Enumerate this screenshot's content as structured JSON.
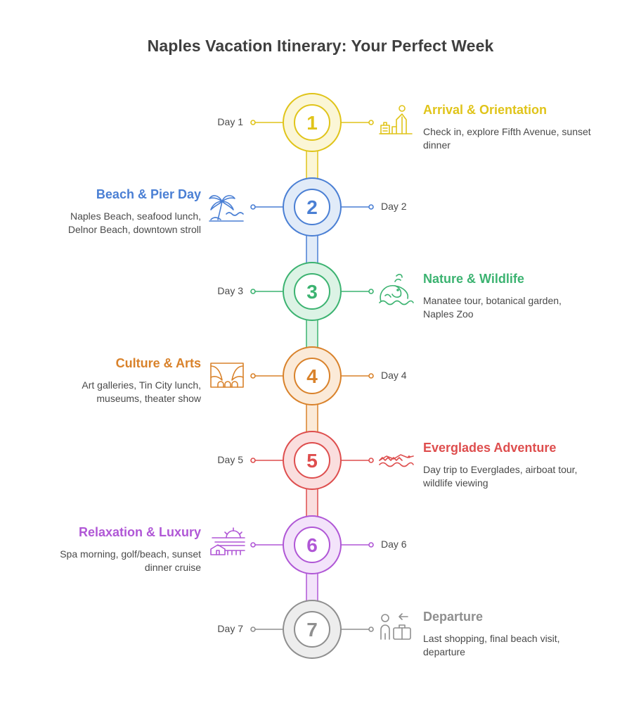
{
  "title": "Naples Vacation Itinerary: Your Perfect Week",
  "steps": [
    {
      "number": "1",
      "day": "Day 1",
      "heading": "Arrival & Orientation",
      "desc": "Check in, explore Fifth Avenue, sunset dinner",
      "side": "right",
      "color": "#e0c41a",
      "fill": "#fbf6d6",
      "icon": "hotel-checkin-icon"
    },
    {
      "number": "2",
      "day": "Day 2",
      "heading": "Beach & Pier Day",
      "desc": "Naples Beach, seafood lunch, Delnor Beach, downtown stroll",
      "side": "left",
      "color": "#4a7fd4",
      "fill": "#e1ebf8",
      "icon": "palm-tree-icon"
    },
    {
      "number": "3",
      "day": "Day 3",
      "heading": "Nature & Wildlife",
      "desc": "Manatee tour, botanical garden, Naples Zoo",
      "side": "right",
      "color": "#3cb371",
      "fill": "#dcf3e5",
      "icon": "manatee-icon"
    },
    {
      "number": "4",
      "day": "Day 4",
      "heading": "Culture & Arts",
      "desc": "Art galleries, Tin City lunch, museums, theater show",
      "side": "left",
      "color": "#d9822b",
      "fill": "#fbead8",
      "icon": "theater-curtain-icon"
    },
    {
      "number": "5",
      "day": "Day 5",
      "heading": "Everglades Adventure",
      "desc": "Day trip to Everglades, airboat tour, wildlife viewing",
      "side": "right",
      "color": "#de4e4e",
      "fill": "#fadede",
      "icon": "alligator-icon"
    },
    {
      "number": "6",
      "day": "Day 6",
      "heading": "Relaxation & Luxury",
      "desc": "Spa morning, golf/beach, sunset dinner cruise",
      "side": "left",
      "color": "#b057d6",
      "fill": "#f3e3fa",
      "icon": "sunset-cruise-icon"
    },
    {
      "number": "7",
      "day": "Day 7",
      "heading": "Departure",
      "desc": "Last shopping, final beach visit, departure",
      "side": "right",
      "color": "#8f8f8f",
      "fill": "#ededed",
      "icon": "traveler-luggage-icon"
    }
  ]
}
